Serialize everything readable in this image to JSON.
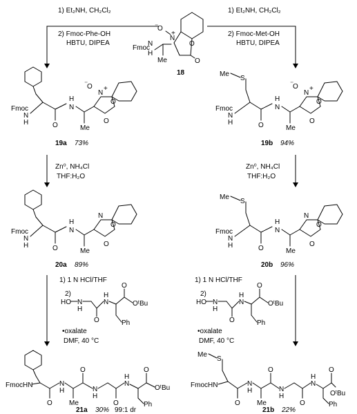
{
  "compounds": {
    "c18": {
      "label": "18"
    },
    "c19a": {
      "label": "19a",
      "yield": "73%"
    },
    "c19b": {
      "label": "19b",
      "yield": "94%"
    },
    "c20a": {
      "label": "20a",
      "yield": "89%"
    },
    "c20b": {
      "label": "20b",
      "yield": "96%"
    },
    "c21a": {
      "label": "21a",
      "yield": "30%",
      "extra": "99:1 dr"
    },
    "c21b": {
      "label": "21b",
      "yield": "22%"
    }
  },
  "conditions": {
    "left_top": {
      "l1": "1) Et₂NH, CH₂Cl₂",
      "l2": "2) Fmoc-Phe-OH",
      "l3": "HBTU, DIPEA"
    },
    "right_top": {
      "l1": "1) Et₂NH, CH₂Cl₂",
      "l2": "2) Fmoc-Met-OH",
      "l3": "HBTU, DIPEA"
    },
    "left_mid": {
      "l1": "Zn⁰, NH₄Cl",
      "l2": "THF:H₂O"
    },
    "right_mid": {
      "l1": "Zn⁰, NH₄Cl",
      "l2": "THF:H₂O"
    },
    "left_bot": {
      "l1": "1) 1 N HCl/THF",
      "l2": "2)",
      "l3": "•oxalate",
      "l4": "DMF, 40 °C"
    },
    "right_bot": {
      "l1": "1) 1 N HCl/THF",
      "l2": "2)",
      "l3": "•oxalate",
      "l4": "DMF, 40 °C"
    }
  },
  "atoms": {
    "fmoc": "Fmoc",
    "fmochn": "FmocHN",
    "nh": "N",
    "h": "H",
    "n": "N",
    "o": "O",
    "ominus": "O⁻",
    "nplus": "N⁺",
    "me": "Me",
    "s": "S",
    "ph": "Ph",
    "otbu": "OᵗBu",
    "ho": "HO",
    "methyl": "•",
    "ch3": ""
  }
}
